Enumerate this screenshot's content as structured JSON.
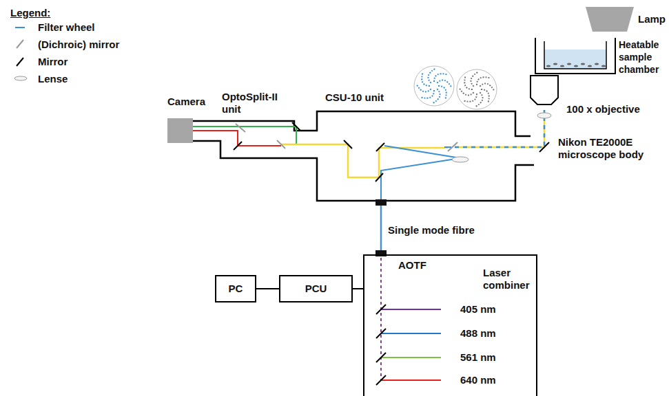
{
  "diagram": {
    "nodes": [
      {
        "text": [
          "Camera"
        ]
      },
      {
        "text": [
          "OptoSplit-II unit"
        ]
      },
      {
        "text": [
          "CSU-10 unit"
        ]
      },
      {
        "text": [
          "Lamp"
        ]
      },
      {
        "text": [
          "Heatable sample chamber"
        ]
      },
      {
        "text": [
          "PC"
        ]
      },
      {
        "text": [
          "PCU"
        ]
      },
      {
        "text": [
          "Laser combiner"
        ]
      }
    ],
    "edges": [
      {
        "from": 5,
        "to": 6,
        "arrow": "none"
      },
      {
        "from": 6,
        "to": 7,
        "arrow": "none"
      },
      {
        "from": 7,
        "to": 2,
        "arrow": "none",
        "label": "Single mode fibre"
      }
    ],
    "labels": [
      "Legend:",
      "100 x objective",
      "Nikon TE2000E microscope body",
      "AOTF",
      "405 nm",
      "488 nm",
      "561 nm",
      "640 nm"
    ],
    "legend": [
      {
        "text": "Filter wheel"
      },
      {
        "text": "(Dichroic) mirror"
      },
      {
        "text": "Mirror"
      },
      {
        "text": "Lense"
      }
    ]
  }
}
